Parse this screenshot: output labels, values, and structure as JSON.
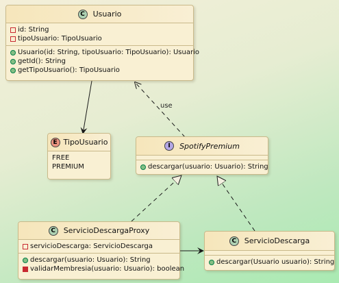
{
  "classes": {
    "usuario": {
      "badge": "C",
      "name": "Usuario",
      "attributes": [
        "id: String",
        "tipoUsuario: TipoUsuario"
      ],
      "methods": [
        "Usuario(id: String, tipoUsuario: TipoUsuario): Usuario",
        "getId(): String",
        "getTipoUsuario(): TipoUsuario"
      ]
    },
    "tipo_usuario": {
      "badge": "E",
      "name": "TipoUsuario",
      "values": [
        "FREE",
        "PREMIUM"
      ]
    },
    "spotify_premium": {
      "badge": "I",
      "name": "SpotifyPremium",
      "methods": [
        "descargar(usuario: Usuario): String"
      ]
    },
    "proxy": {
      "badge": "C",
      "name": "ServicioDescargaProxy",
      "attributes": [
        "servicioDescarga: ServicioDescarga"
      ],
      "methods": [
        "descargar(usuario: Usuario): String",
        "validarMembresia(usuario: Usuario): boolean"
      ]
    },
    "servicio": {
      "badge": "C",
      "name": "ServicioDescarga",
      "methods": [
        "descargar(Usuario usuario): String"
      ]
    }
  },
  "relations": {
    "use_label": "use"
  },
  "colors": {
    "class_badge": "#add1b2",
    "enum_badge": "#eb937f",
    "interface_badge": "#b4a7e5",
    "private_marker": "#c82930",
    "public_marker": "#84be84"
  }
}
